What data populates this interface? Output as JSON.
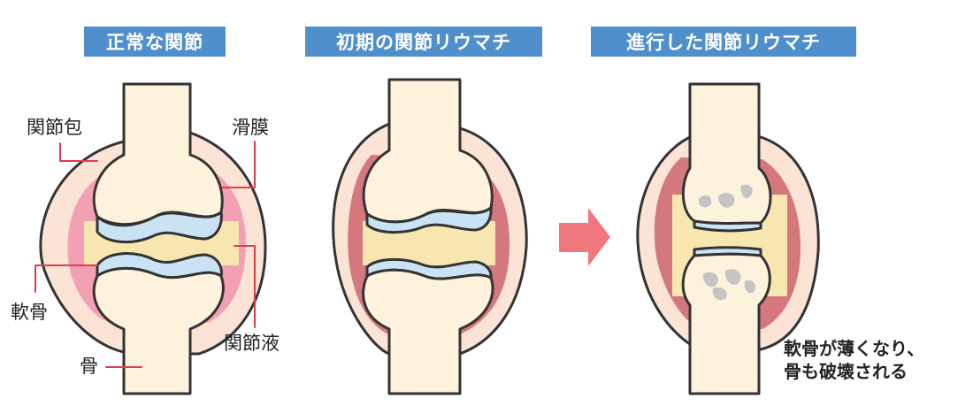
{
  "titles": {
    "normal": "正常な関節",
    "early": "初期の関節リウマチ",
    "advanced": "進行した関節リウマチ"
  },
  "labels": {
    "capsule": "関節包",
    "synovium": "滑膜",
    "cartilage": "軟骨",
    "fluid": "関節液",
    "bone": "骨"
  },
  "note": {
    "line1": "軟骨が薄くなり、",
    "line2": "骨も破壊される"
  },
  "colors": {
    "title_bg": "#4f8fcb",
    "bone": "#fdf3dd",
    "capsule": "#fbe3d6",
    "synovium_normal": "#f4a0b4",
    "synovium_inflamed": "#d5787d",
    "fluid": "#f7e6b0",
    "cartilage": "#c9e2f4",
    "arrow": "#f0777b"
  }
}
